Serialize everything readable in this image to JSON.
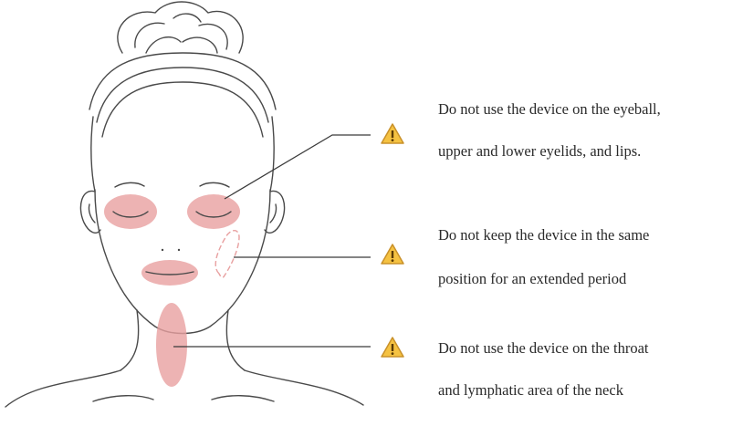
{
  "warnings": [
    {
      "icon": "warning-triangle-icon",
      "lines": [
        "Do not use the device on the eyeball,",
        "upper and lower eyelids, and lips."
      ]
    },
    {
      "icon": "warning-triangle-icon",
      "lines": [
        "Do not keep the device in the same",
        "position for an extended period"
      ]
    },
    {
      "icon": "warning-triangle-icon",
      "lines": [
        "Do not use the device on the throat",
        "and lymphatic area of the neck"
      ]
    }
  ],
  "colors": {
    "line_art": "#4a4a4a",
    "highlight": "#e8a0a0",
    "warning_fill": "#f5c242",
    "warning_stroke": "#c9912a",
    "text": "#2a2a2a"
  }
}
